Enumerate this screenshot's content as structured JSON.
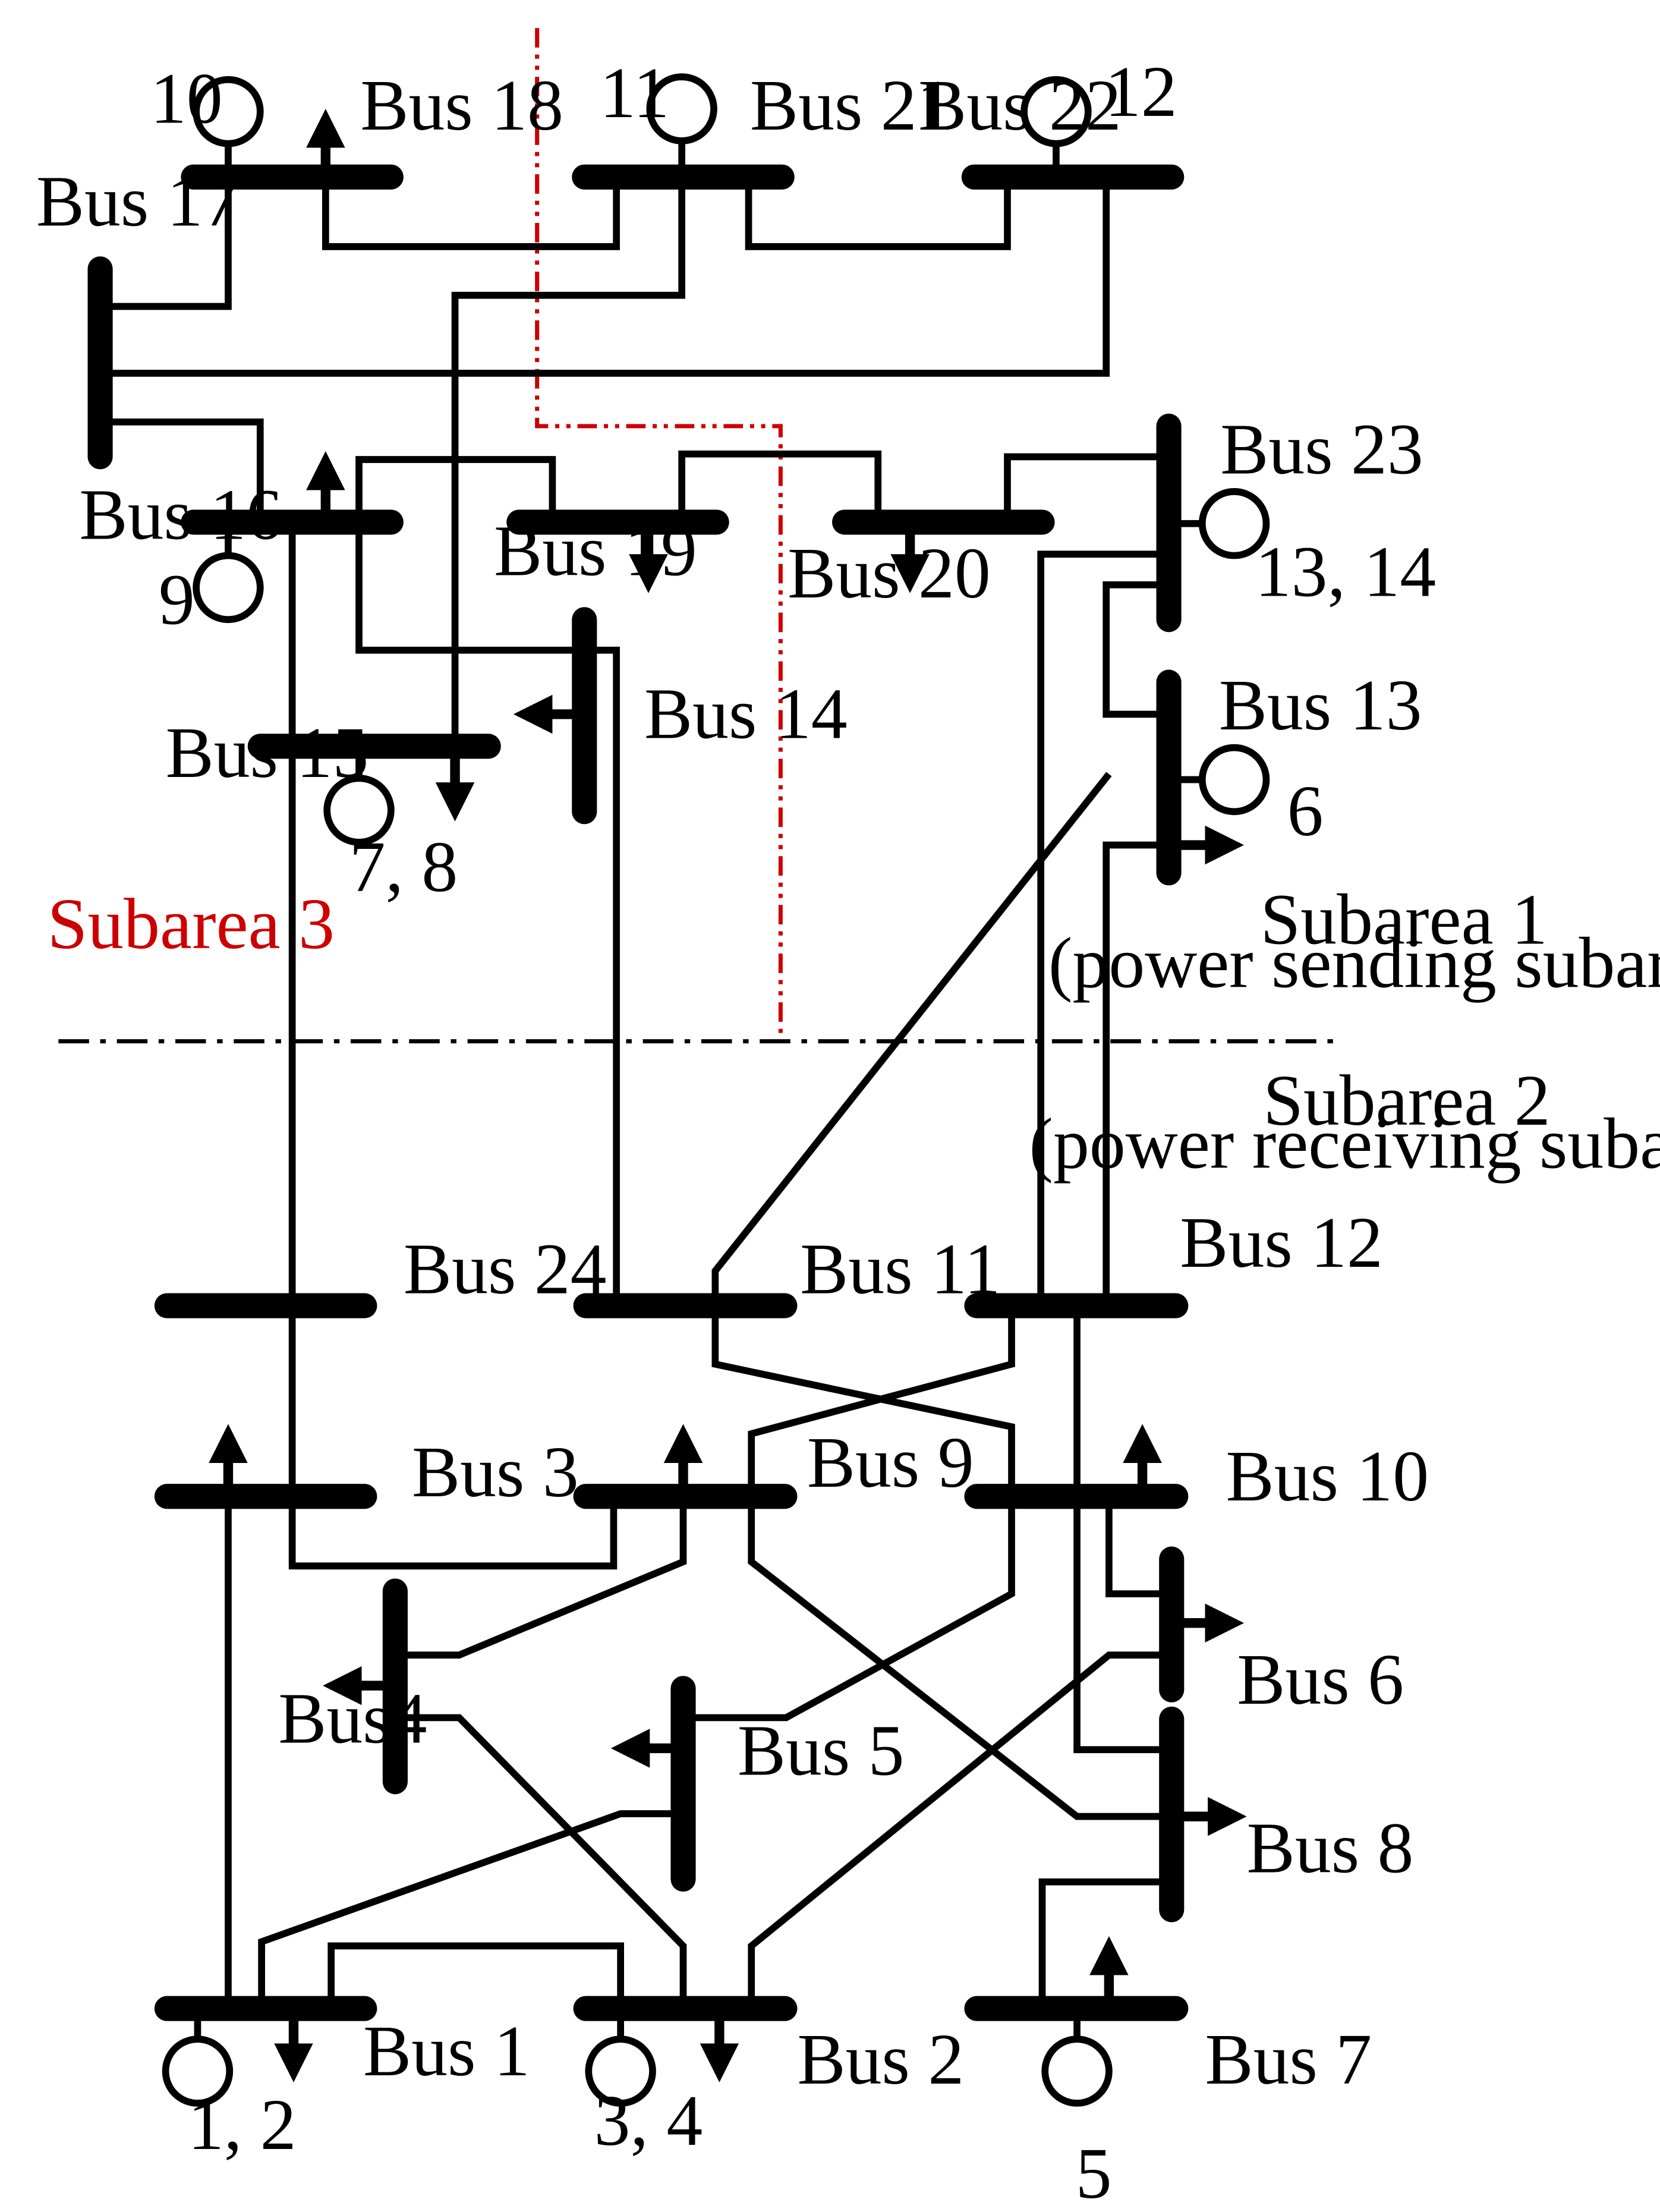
{
  "buses": {
    "b1": "Bus 1",
    "b2": "Bus 2",
    "b3": "Bus 3",
    "b4": "Bus4",
    "b5": "Bus 5",
    "b6": "Bus 6",
    "b7": "Bus 7",
    "b8": "Bus 8",
    "b9": "Bus 9",
    "b10": "Bus 10",
    "b11": "Bus 11",
    "b12": "Bus 12",
    "b13": "Bus 13",
    "b14": "Bus 14",
    "b15": "Bus 15",
    "b16": "Bus 16",
    "b17": "Bus 17",
    "b18": "Bus 18",
    "b19": "Bus 19",
    "b20": "Bus 20",
    "b21": "Bus 21",
    "b22": "Bus 22",
    "b23": "Bus 23",
    "b24": "Bus 24"
  },
  "generators": {
    "g10": "10",
    "g11": "11",
    "g12": "12",
    "g9": "9",
    "g1314": "13, 14",
    "g78": "7, 8",
    "g6": "6",
    "g12b": "1, 2",
    "g34": "3, 4",
    "g5": "5"
  },
  "subareas": {
    "s3": "Subarea 3",
    "s1_title": "Subarea 1",
    "s1_desc": "(power sending subarea)",
    "s2_title": "Subarea 2",
    "s2_desc": "(power receiving subarea)"
  },
  "colors": {
    "line": "#000000",
    "boundary": "#000000",
    "subarea3": "#cc0000"
  }
}
